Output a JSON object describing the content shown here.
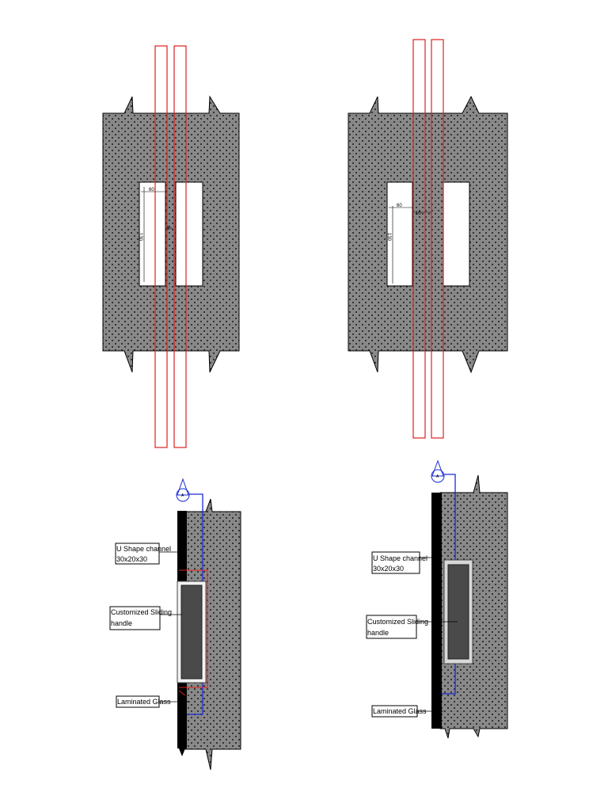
{
  "page": {
    "background": "#ffffff"
  },
  "colors": {
    "concrete_fill": "#8a8a8a",
    "concrete_dots": "#2a2a2a",
    "glass_outline": "#e02020",
    "channel_blue": "#1a2bd6",
    "handle_dark": "#4a4a4a",
    "steel_black": "#000000",
    "label_border": "#000000"
  },
  "plan_views": {
    "left": {
      "dim_horizontal": "60",
      "dim_vertical": "130",
      "dim_gap": "5"
    },
    "right": {
      "dim_horizontal": "60",
      "dim_vertical": "130",
      "dim_gap": "10"
    }
  },
  "section_views": {
    "left": {
      "labels": {
        "u_channel": [
          "U Shape channel",
          "30x20x30"
        ],
        "handle": [
          "Customized Sliding",
          "handle"
        ],
        "glass": [
          "Laminated Glass"
        ]
      },
      "detail_tag": "A"
    },
    "right": {
      "labels": {
        "u_channel": [
          "U Shape channel",
          "30x20x30"
        ],
        "handle": [
          "Customized Sliding",
          "handle"
        ],
        "glass": [
          "Laminated Glass"
        ]
      },
      "detail_tag": "A"
    }
  }
}
